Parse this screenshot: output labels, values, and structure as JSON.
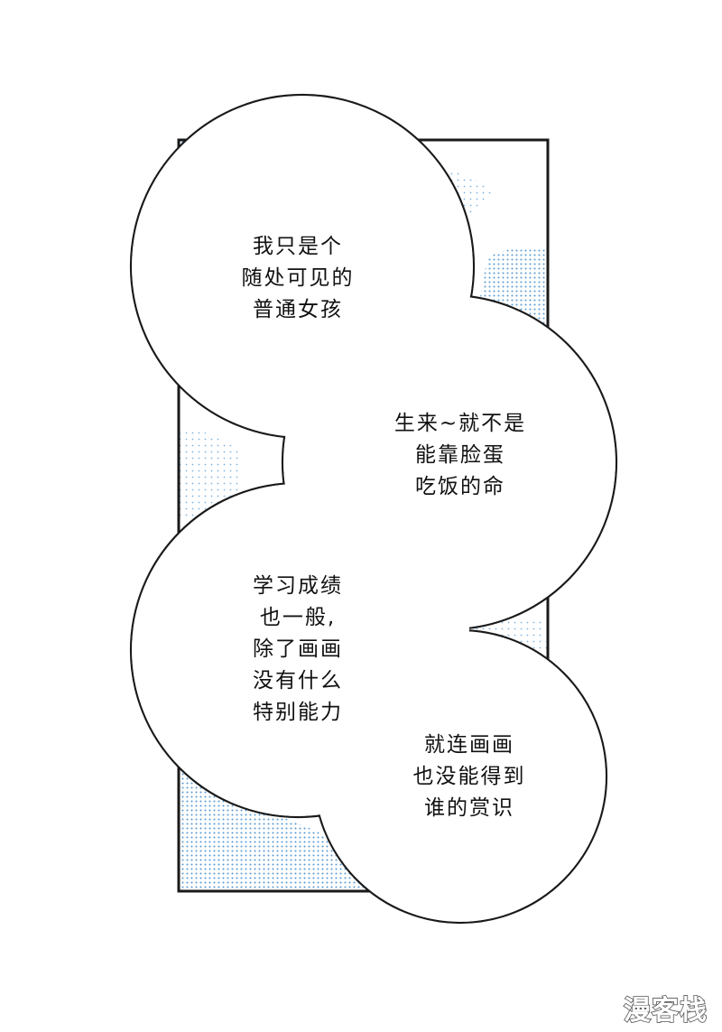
{
  "colors": {
    "panel_border": "#1a1a1a",
    "screentone": "#5a9bd3",
    "bubble_fill": "#ffffff",
    "bubble_outline": "#1a1a1a",
    "text": "#111111"
  },
  "bubbles": [
    {
      "lines": [
        "我只是个",
        "随处可见的",
        "普通女孩"
      ]
    },
    {
      "lines": [
        "生来~就不是",
        "能靠脸蛋",
        "吃饭的命"
      ]
    },
    {
      "lines": [
        "学习成绩",
        "也一般,",
        "除了画画",
        "没有什么",
        "特别能力"
      ]
    },
    {
      "lines": [
        "就连画画",
        "也没能得到",
        "谁的赏识"
      ]
    }
  ],
  "watermark": {
    "text": "漫客栈"
  }
}
